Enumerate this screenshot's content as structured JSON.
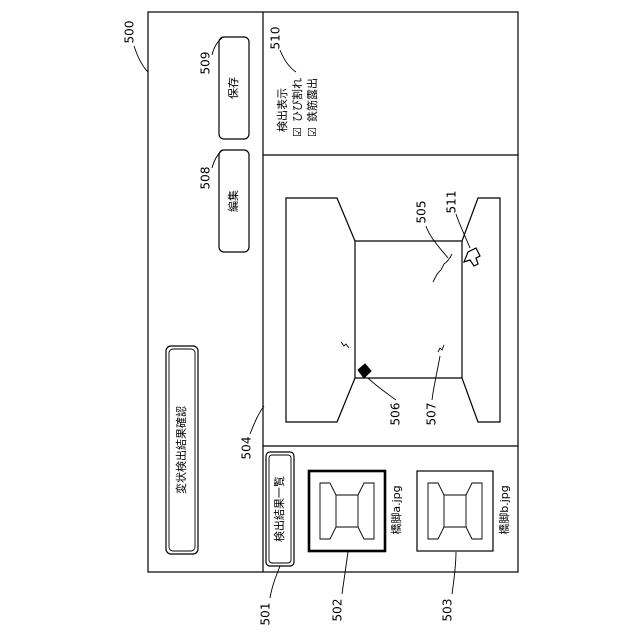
{
  "labels": {
    "title_bar": "変状検出結果確認",
    "edit_button": "編集",
    "save_button": "保存",
    "list_button": "検出結果一覧",
    "detect_title": "検出表示",
    "check_crack": "ひび割れ",
    "check_rebar": "鉄筋露出",
    "checkbox_glyph": "☑",
    "thumb_a_caption": "橋脚a.jpg",
    "thumb_b_caption": "橋脚b.jpg"
  },
  "refs": {
    "screen": "500",
    "list_button": "501",
    "thumb_a": "502",
    "thumb_b": "503",
    "image_area": "504",
    "crack": "505",
    "rebar": "506",
    "crack_lower": "507",
    "edit_button": "508",
    "save_button": "509",
    "detect_panel": "510",
    "cursor": "511"
  },
  "checkboxes": {
    "crack_checked": true,
    "rebar_checked": true
  }
}
